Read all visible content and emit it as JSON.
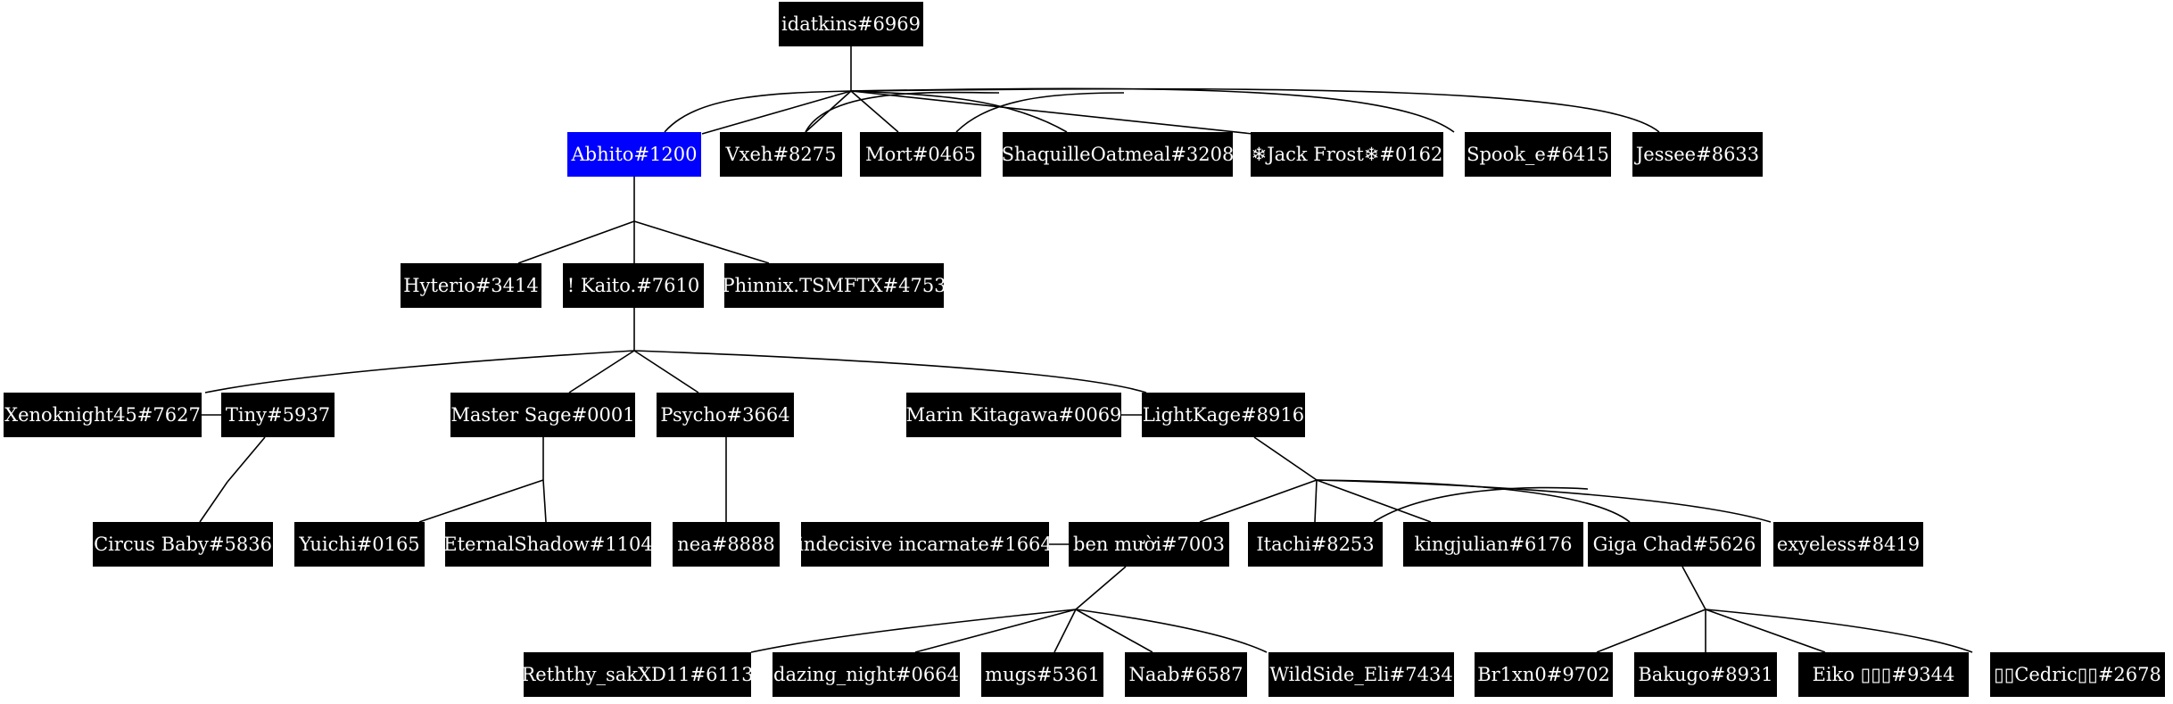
{
  "highlight_color": "#0000ff",
  "node_color": "#000000",
  "nodes": {
    "idatkins": "idatkins#6969",
    "abhito": "Abhito#1200",
    "vxeh": "Vxeh#8275",
    "mort": "Mort#0465",
    "shaquille": "ShaquilleOatmeal#3208",
    "jackfrost": "❄Jack Frost❄#0162",
    "spook": "Spook_e#6415",
    "jessee": "Jessee#8633",
    "hyterio": "Hyterio#3414",
    "kaito": "! Kaito.#7610",
    "phinnix": "Phinnix.TSMFTX#4753",
    "xenoknight": "Xenoknight45#7627",
    "tiny": "Tiny#5937",
    "mastersage": "Master Sage#0001",
    "psycho": "Psycho#3664",
    "marin": "Marin Kitagawa#0069",
    "lightkage": "LightKage#8916",
    "circusbaby": "Circus Baby#5836",
    "yuichi": "Yuichi#0165",
    "eternalshadow": "EternalShadow#1104",
    "nea": "nea#8888",
    "indecisive": "indecisive incarnate#1664",
    "benmuoi": "ben mười#7003",
    "itachi": "Itachi#8253",
    "kingjulian": "kingjulian#6176",
    "gigachad": "Giga Chad#5626",
    "exyeless": "exyeless#8419",
    "reththy": "Reththy_sakXD11#6113",
    "dazing": "dazing_night#0664",
    "mugs": "mugs#5361",
    "naab": "Naab#6587",
    "wildside": "WildSide_Eli#7434",
    "br1xn0": "Br1xn0#9702",
    "bakugo": "Bakugo#8931",
    "eiko": "Eiko ▯▯▯#9344",
    "cedric": "▯▯Cedric▯▯#2678"
  }
}
